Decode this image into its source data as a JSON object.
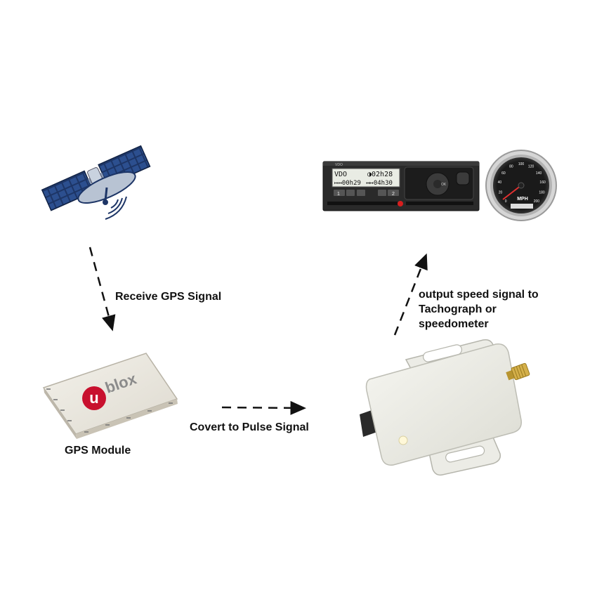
{
  "labels": {
    "receive_gps_signal": "Receive GPS Signal",
    "gps_module": "GPS Module",
    "covert_to_pulse_signal": "Covert to Pulse Signal",
    "output_line1": "output speed signal to",
    "output_line2": "Tachograph or",
    "output_line3": "speedometer"
  },
  "module_brand": "blox",
  "module_brand_prefix": "u",
  "tachograph": {
    "brand": "VDO",
    "line1_left": "VDO",
    "line1_right": "◑02h28",
    "line2_left": "↦↤00h29",
    "line2_right": "↤↦04h30",
    "button_ok": "OK",
    "button_1": "1",
    "button_2": "2"
  },
  "speedometer": {
    "unit": "MPH",
    "ticks": [
      "0",
      "20",
      "40",
      "60",
      "80",
      "100",
      "120",
      "140",
      "160",
      "180",
      "200"
    ]
  },
  "colors": {
    "arrow": "#111111",
    "satellite_panel": "#1d3566",
    "ublox_red": "#c8102e",
    "box_white": "#f1f1ec"
  }
}
